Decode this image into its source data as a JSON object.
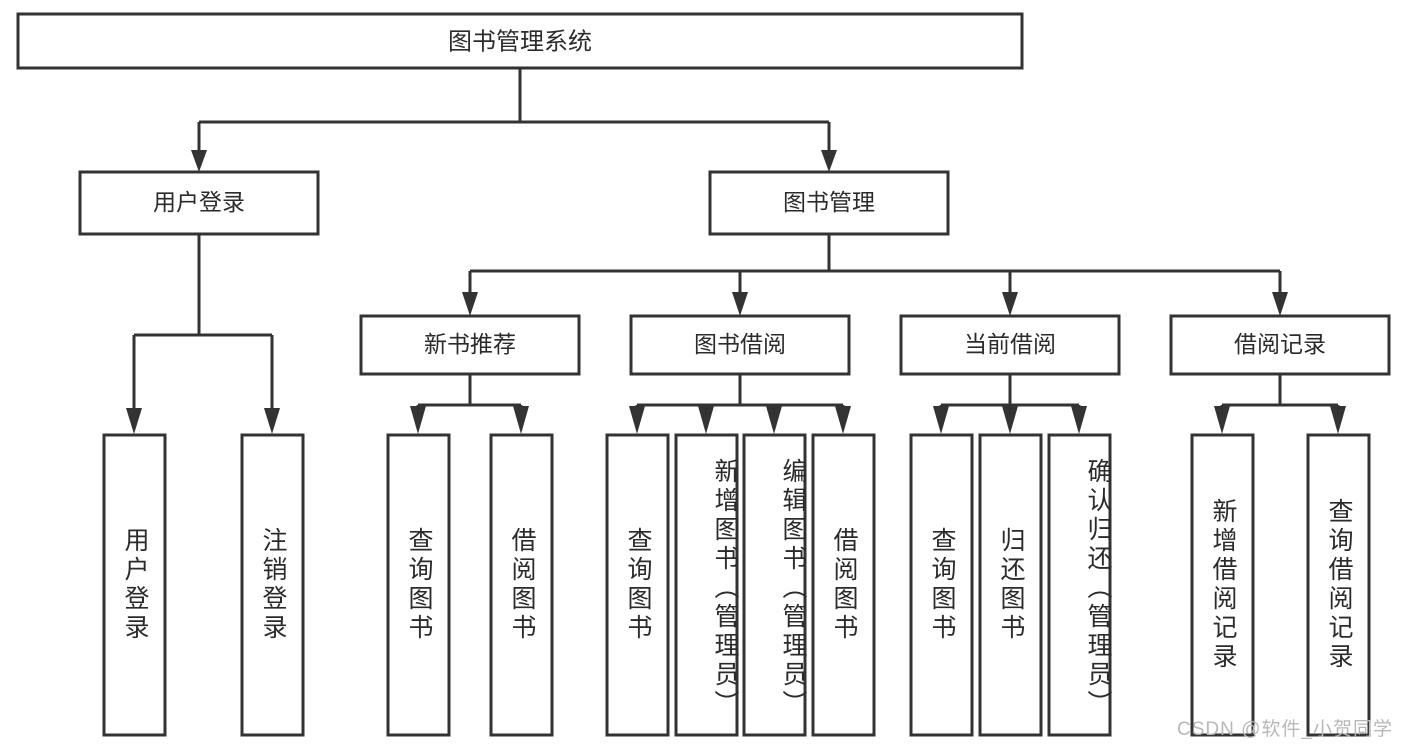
{
  "diagram": {
    "type": "tree-hierarchy",
    "orientation": "top-down",
    "root": {
      "label": "图书管理系统"
    },
    "level1": [
      {
        "label": "用户登录"
      },
      {
        "label": "图书管理"
      }
    ],
    "level2": [
      {
        "label": "新书推荐",
        "parent": "图书管理"
      },
      {
        "label": "图书借阅",
        "parent": "图书管理"
      },
      {
        "label": "当前借阅",
        "parent": "图书管理"
      },
      {
        "label": "借阅记录",
        "parent": "图书管理"
      }
    ],
    "leaves": {
      "user_login": [
        {
          "label": "用户登录"
        },
        {
          "label": "注销登录"
        }
      ],
      "new_book_recommend": [
        {
          "label": "查询图书"
        },
        {
          "label": "借阅图书"
        }
      ],
      "book_borrow": [
        {
          "label": "查询图书"
        },
        {
          "label": "新增图书（管理员）"
        },
        {
          "label": "编辑图书（管理员）"
        },
        {
          "label": "借阅图书"
        }
      ],
      "current_borrow": [
        {
          "label": "查询图书"
        },
        {
          "label": "归还图书"
        },
        {
          "label": "确认归还（管理员）"
        }
      ],
      "borrow_records": [
        {
          "label": "新增借阅记录"
        },
        {
          "label": "查询借阅记录"
        }
      ]
    }
  },
  "watermark": {
    "text": "CSDN @软件_小贺同学"
  },
  "colors": {
    "box_stroke": "#333333",
    "box_fill": "#ffffff",
    "text": "#2b2b2b",
    "connector": "#333333",
    "watermark": "#b8b8b8",
    "background": "#ffffff"
  }
}
